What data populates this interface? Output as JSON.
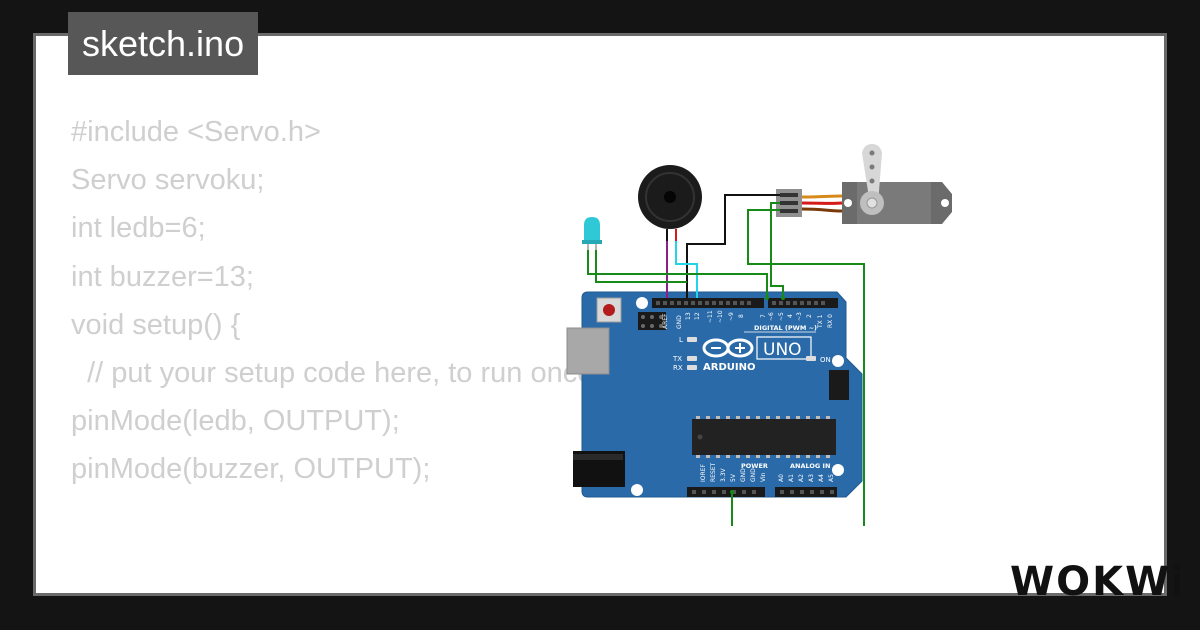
{
  "file_tab": {
    "label": "sketch.ino"
  },
  "code_lines": [
    "#include <Servo.h>",
    "Servo servoku;",
    "",
    "int ledb=6;",
    "int buzzer=13;",
    "",
    "",
    "void setup() {",
    "  // put your setup code here, to run once:",
    "pinMode(ledb, OUTPUT);",
    "pinMode(buzzer, OUTPUT);"
  ],
  "board": {
    "brand": "ARDUINO",
    "model": "UNO",
    "digital_header_label": "DIGITAL (PWM ~)",
    "power_label": "POWER",
    "analog_label": "ANALOG IN",
    "on_label": "ON",
    "led_l_label": "L",
    "tx_label": "TX",
    "rx_label": "RX",
    "pin_labels_top": [
      "AREF",
      "GND",
      "13",
      "12",
      "~11",
      "~10",
      "~9",
      "8",
      "7",
      "~6",
      "~5",
      "4",
      "~3",
      "2",
      "TX 1",
      "RX 0"
    ],
    "pin_labels_power": [
      "IOREF",
      "RESET",
      "3.3V",
      "5V",
      "GND",
      "GND",
      "Vin"
    ],
    "pin_labels_analog": [
      "A0",
      "A1",
      "A2",
      "A3",
      "A4",
      "A5"
    ]
  },
  "brand_logo": {
    "text": "WOKWi"
  },
  "colors": {
    "background": "#141414",
    "card": "#ffffff",
    "card_border": "#6a6a6a",
    "tab_bg": "#575757",
    "code_text": "#cfcfcf",
    "board_blue": "#2a6aa8",
    "wire_green": "#178a17",
    "wire_black": "#111111",
    "wire_purple": "#8a1e8a",
    "wire_cyan": "#22d4e8",
    "wire_red": "#d61a1a",
    "led_cyan": "#2ec8d6",
    "servo_gray": "#6b6b6b"
  }
}
